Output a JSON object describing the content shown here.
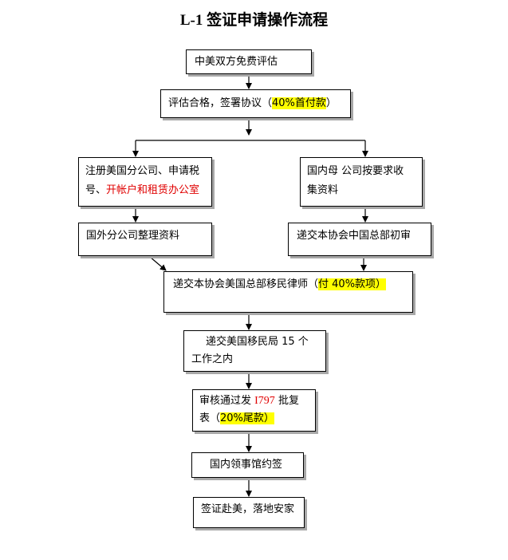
{
  "title": "L-1 签证申请操作流程",
  "steps": {
    "free_evaluation": {
      "text": "中美双方免费评估"
    },
    "sign_agreement": {
      "before": "评估合格，签署协议（",
      "highlight": "40%首付款",
      "after": "）"
    },
    "register_us_branch": {
      "line1": "注册美国分公司、申请税",
      "line2_black": "号、",
      "line2_red": "开帐户和租赁办公室"
    },
    "collect_materials": {
      "line1": "国内母 公司按要求收",
      "line2": "集资料"
    },
    "organize_materials": {
      "text": "国外分公司整理资料"
    },
    "china_hq_review": {
      "text": "递交本协会中国总部初审"
    },
    "us_hq_lawyer": {
      "before": "递交本协会美国总部移民律师（",
      "highlight": "付 40%款项）"
    },
    "submit_uscis": {
      "line1": "递交美国移民局  15 个",
      "line2": "工作之内"
    },
    "approval": {
      "line1_before": "审核通过发 ",
      "line1_red": "I797",
      "line1_after": " 批复",
      "line2_before": "表（",
      "line2_highlight": "20%尾款）"
    },
    "consulate_appointment": {
      "text": "国内领事馆约签"
    },
    "visa_arrival": {
      "text": "签证赴美，落地安家"
    }
  },
  "colors": {
    "highlight": "#ffff00",
    "red_text": "#e00000",
    "border": "#000000",
    "shadow": "#a8a8a8"
  }
}
